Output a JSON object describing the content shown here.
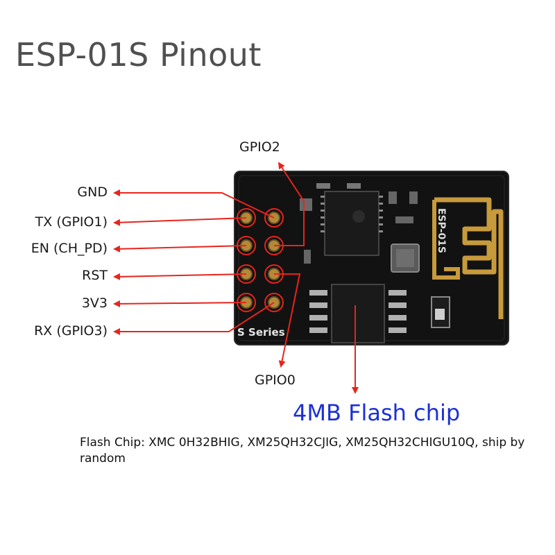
{
  "title": "ESP-01S Pinout",
  "pins_left": [
    "GND",
    "TX (GPIO1)",
    "EN (CH_PD)",
    "RST",
    "3V3",
    "RX (GPIO3)"
  ],
  "pin_top": "GPIO2",
  "pin_bottom": "GPIO0",
  "flash_label": "4MB Flash chip",
  "note": "Flash Chip: XMC 0H32BHIG, XM25QH32CJIG, XM25QH32CHIGU10Q, ship by random",
  "board_silkscreen": "S Series",
  "antenna_text": "ESP-01S",
  "colors": {
    "arrow": "#e8241c",
    "flash_text": "#1b2fd6",
    "board": "#121212",
    "antenna": "#c79a3c",
    "title": "#505050"
  }
}
